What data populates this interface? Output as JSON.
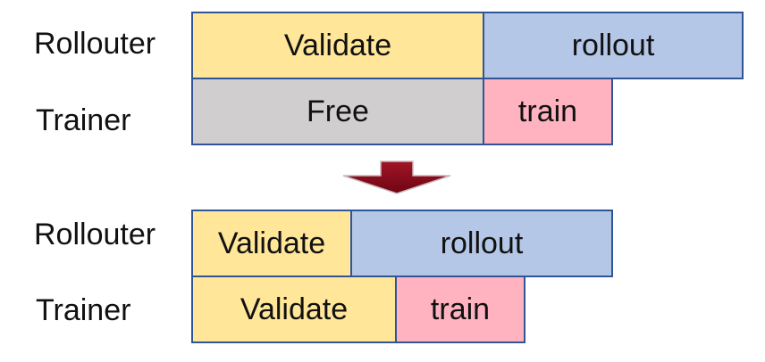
{
  "before": {
    "rollouter_label": "Rollouter",
    "trainer_label": "Trainer",
    "rollouter_blocks": [
      "Validate",
      "rollout"
    ],
    "trainer_blocks": [
      "Free",
      "train"
    ]
  },
  "after": {
    "rollouter_label": "Rollouter",
    "trainer_label": "Trainer",
    "rollouter_blocks": [
      "Validate",
      "rollout"
    ],
    "trainer_blocks": [
      "Validate",
      "train"
    ]
  },
  "colors": {
    "validate": "#ffe699",
    "rollout": "#b4c7e7",
    "free": "#d0cece",
    "train": "#ffb3c1",
    "border": "#2f5597",
    "arrow": "#8b0a1a"
  }
}
